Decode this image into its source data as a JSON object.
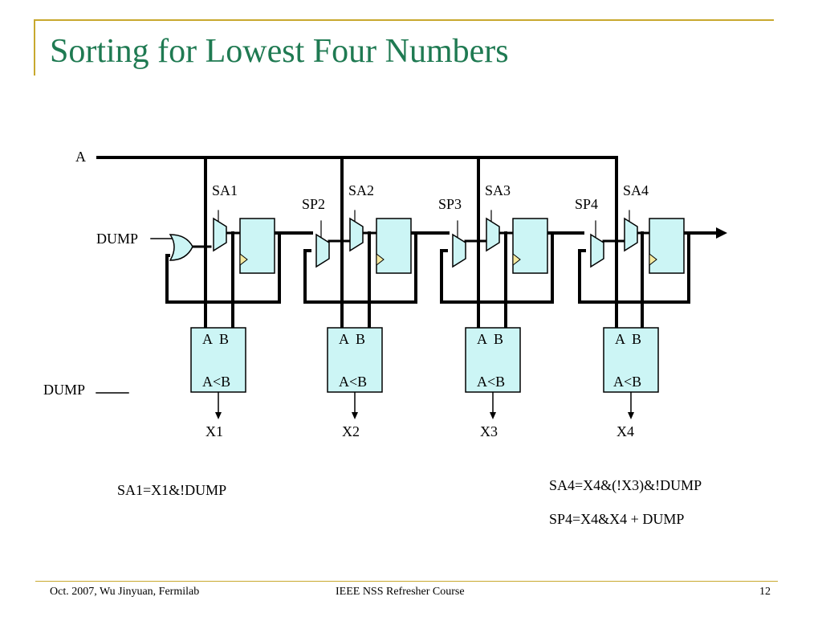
{
  "slide": {
    "title": "Sorting for Lowest Four Numbers",
    "footer_left": "Oct. 2007, Wu Jinyuan, Fermilab",
    "footer_center": "IEEE NSS Refresher Course",
    "page_number": "12"
  },
  "diagram": {
    "input_bus_label": "A",
    "dump_label_top": "DUMP",
    "dump_label_bottom": "DUMP",
    "stages": [
      {
        "sa": "SA1",
        "sp": "",
        "ab": "A  B",
        "cmp": "A<B",
        "out": "X1"
      },
      {
        "sa": "SA2",
        "sp": "SP2",
        "ab": "A  B",
        "cmp": "A<B",
        "out": "X2"
      },
      {
        "sa": "SA3",
        "sp": "SP3",
        "ab": "A  B",
        "cmp": "A<B",
        "out": "X3"
      },
      {
        "sa": "SA4",
        "sp": "SP4",
        "ab": "A  B",
        "cmp": "A<B",
        "out": "X4"
      }
    ]
  },
  "equations": {
    "sa1": "SA1=X1&!DUMP",
    "sa4": "SA4=X4&(!X3)&!DUMP",
    "sp4": "SP4=X4&X4 + DUMP"
  },
  "colors": {
    "title": "#1f7a52",
    "accent_line": "#c8a82e",
    "register_fill": "#ccf5f5",
    "clock_fill": "#f5eaa0"
  }
}
